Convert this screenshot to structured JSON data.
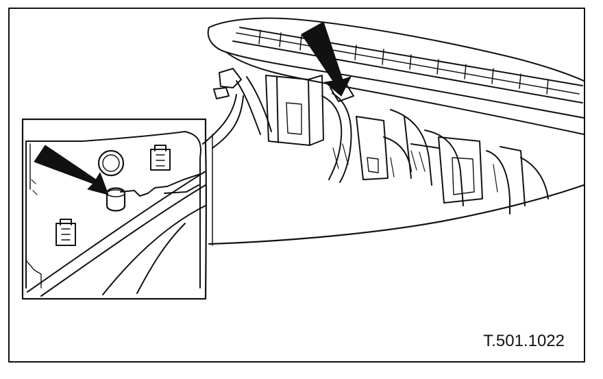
{
  "figure": {
    "reference": "T.501.1022",
    "colors": {
      "ink": "#111111",
      "paper": "#ffffff"
    },
    "callouts": [
      {
        "target": "connector-on-duct",
        "icon": "pointer-arrow-icon"
      },
      {
        "target": "sensor-clip-in-detail",
        "icon": "pointer-arrow-icon"
      }
    ]
  }
}
